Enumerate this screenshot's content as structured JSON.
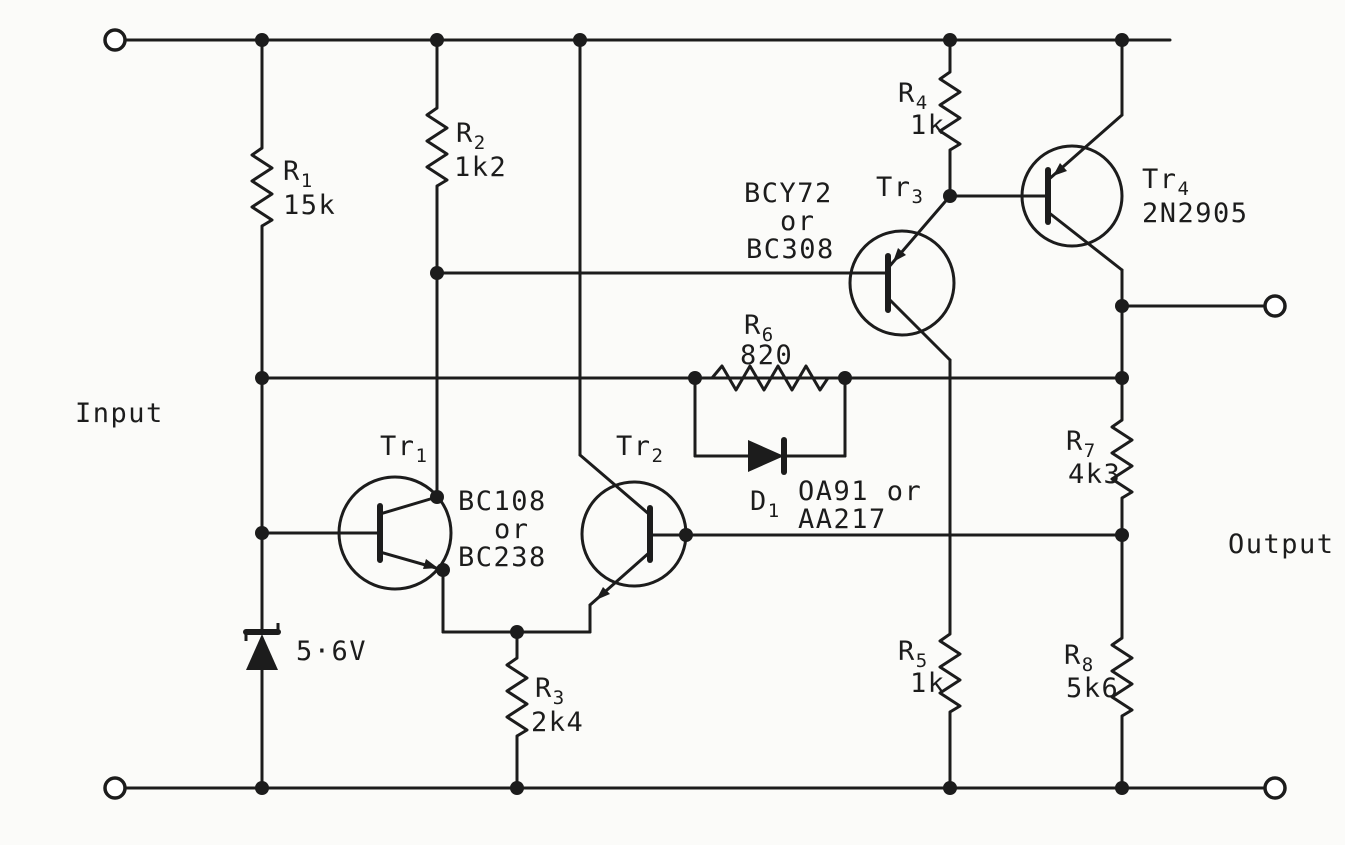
{
  "theme": {
    "ink": "#1c1c1c",
    "paper": "#fbfbf9"
  },
  "labels": {
    "input": "Input",
    "output": "Output",
    "zener_voltage": "5·6V"
  },
  "resistors": {
    "r1": {
      "ref": "R",
      "sub": "1",
      "value": "15k"
    },
    "r2": {
      "ref": "R",
      "sub": "2",
      "value": "1k2"
    },
    "r3": {
      "ref": "R",
      "sub": "3",
      "value": "2k4"
    },
    "r4": {
      "ref": "R",
      "sub": "4",
      "value": "1k"
    },
    "r5": {
      "ref": "R",
      "sub": "5",
      "value": "1k"
    },
    "r6": {
      "ref": "R",
      "sub": "6",
      "value": "820"
    },
    "r7": {
      "ref": "R",
      "sub": "7",
      "value": "4k3"
    },
    "r8": {
      "ref": "R",
      "sub": "8",
      "value": "5k6"
    }
  },
  "transistors": {
    "tr1": {
      "ref": "Tr",
      "sub": "1"
    },
    "tr2": {
      "ref": "Tr",
      "sub": "2"
    },
    "tr3": {
      "ref": "Tr",
      "sub": "3"
    },
    "tr4": {
      "ref": "Tr",
      "sub": "4",
      "type": "2N2905"
    },
    "tr12_type_lines": [
      "BC108",
      "or",
      "BC238"
    ],
    "tr3_type_lines": [
      "BCY72",
      "or",
      "BC308"
    ]
  },
  "diode": {
    "ref": "D",
    "sub": "1",
    "type_lines": [
      "OA91 or",
      "AA217"
    ]
  }
}
